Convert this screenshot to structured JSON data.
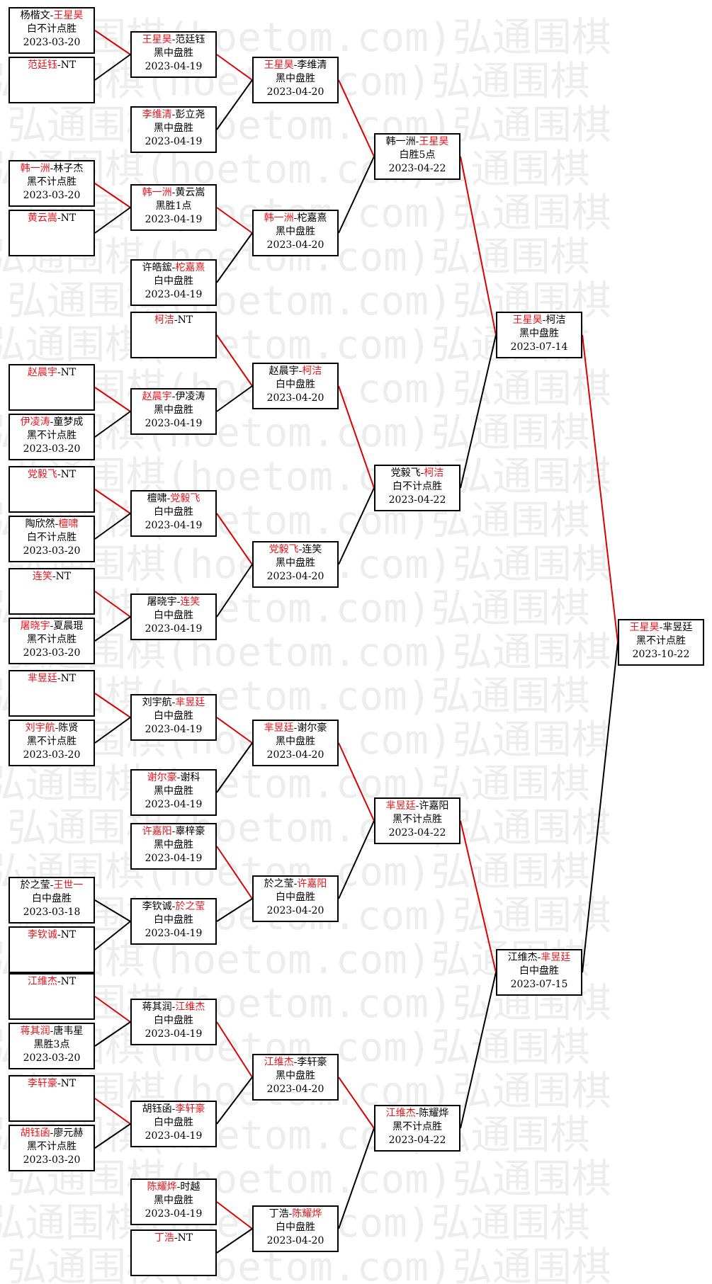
{
  "watermark": "弘通围棋(hoetom.com)",
  "colors": {
    "winner": "#e8141c",
    "loser": "#000000",
    "line_winner": "#dd0000",
    "line_loser": "#000000",
    "box_border": "#000000"
  },
  "rounds": [
    {
      "name": "round1",
      "matches": [
        {
          "p1": "杨楷文",
          "p2": "王星昊",
          "winner": 2,
          "result": "白不计点胜",
          "date": "2023-03-20"
        },
        {
          "p1": "范廷钰",
          "p2": "NT",
          "winner": 1,
          "result": "",
          "date": ""
        },
        {
          "p1": "韩一洲",
          "p2": "林子杰",
          "winner": 1,
          "result": "黑不计点胜",
          "date": "2023-03-20"
        },
        {
          "p1": "黄云嵩",
          "p2": "NT",
          "winner": 1,
          "result": "",
          "date": ""
        },
        {
          "p1": "赵晨宇",
          "p2": "NT",
          "winner": 1,
          "result": "",
          "date": ""
        },
        {
          "p1": "伊凌涛",
          "p2": "童梦成",
          "winner": 1,
          "result": "黑不计点胜",
          "date": "2023-03-20"
        },
        {
          "p1": "党毅飞",
          "p2": "NT",
          "winner": 1,
          "result": "",
          "date": ""
        },
        {
          "p1": "陶欣然",
          "p2": "檀啸",
          "winner": 2,
          "result": "白不计点胜",
          "date": "2023-03-20"
        },
        {
          "p1": "连笑",
          "p2": "NT",
          "winner": 1,
          "result": "",
          "date": ""
        },
        {
          "p1": "屠晓宇",
          "p2": "夏晨琨",
          "winner": 1,
          "result": "黑不计点胜",
          "date": "2023-03-20"
        },
        {
          "p1": "芈昱廷",
          "p2": "NT",
          "winner": 1,
          "result": "",
          "date": ""
        },
        {
          "p1": "刘宇航",
          "p2": "陈贤",
          "winner": 1,
          "result": "黑不计点胜",
          "date": "2023-03-20"
        },
        {
          "p1": "於之莹",
          "p2": "王世一",
          "winner": 2,
          "result": "白中盘胜",
          "date": "2023-03-18"
        },
        {
          "p1": "李钦诚",
          "p2": "NT",
          "winner": 1,
          "result": "",
          "date": ""
        },
        {
          "p1": "江维杰",
          "p2": "NT",
          "winner": 1,
          "result": "",
          "date": ""
        },
        {
          "p1": "蒋其润",
          "p2": "唐韦星",
          "winner": 1,
          "result": "黑胜3点",
          "date": "2023-03-20"
        },
        {
          "p1": "李轩豪",
          "p2": "NT",
          "winner": 1,
          "result": "",
          "date": ""
        },
        {
          "p1": "胡钰函",
          "p2": "廖元赫",
          "winner": 1,
          "result": "黑不计点胜",
          "date": "2023-03-20"
        }
      ]
    },
    {
      "name": "round2",
      "matches": [
        {
          "p1": "王星昊",
          "p2": "范廷钰",
          "winner": 1,
          "result": "黑中盘胜",
          "date": "2023-04-19"
        },
        {
          "p1": "李维清",
          "p2": "彭立尧",
          "winner": 1,
          "result": "黑中盘胜",
          "date": "2023-04-19"
        },
        {
          "p1": "韩一洲",
          "p2": "黄云嵩",
          "winner": 1,
          "result": "黑胜1点",
          "date": "2023-04-19"
        },
        {
          "p1": "许皓鋐",
          "p2": "柁嘉熹",
          "winner": 2,
          "result": "白中盘胜",
          "date": "2023-04-19"
        },
        {
          "p1": "柯洁",
          "p2": "NT",
          "winner": 1,
          "result": "",
          "date": ""
        },
        {
          "p1": "赵晨宇",
          "p2": "伊凌涛",
          "winner": 1,
          "result": "黑中盘胜",
          "date": "2023-04-19"
        },
        {
          "p1": "檀啸",
          "p2": "党毅飞",
          "winner": 2,
          "result": "白中盘胜",
          "date": "2023-04-19"
        },
        {
          "p1": "屠晓宇",
          "p2": "连笑",
          "winner": 2,
          "result": "白中盘胜",
          "date": "2023-04-19"
        },
        {
          "p1": "刘宇航",
          "p2": "芈昱廷",
          "winner": 2,
          "result": "白中盘胜",
          "date": "2023-04-19"
        },
        {
          "p1": "谢尔豪",
          "p2": "谢科",
          "winner": 1,
          "result": "黑中盘胜",
          "date": "2023-04-19"
        },
        {
          "p1": "许嘉阳",
          "p2": "辜梓豪",
          "winner": 1,
          "result": "黑中盘胜",
          "date": "2023-04-19"
        },
        {
          "p1": "李钦诚",
          "p2": "於之莹",
          "winner": 2,
          "result": "白中盘胜",
          "date": "2023-04-19"
        },
        {
          "p1": "蒋其润",
          "p2": "江维杰",
          "winner": 2,
          "result": "白中盘胜",
          "date": "2023-04-19"
        },
        {
          "p1": "胡钰函",
          "p2": "李轩豪",
          "winner": 2,
          "result": "白中盘胜",
          "date": "2023-04-19"
        },
        {
          "p1": "陈耀烨",
          "p2": "时越",
          "winner": 1,
          "result": "黑中盘胜",
          "date": "2023-04-19"
        },
        {
          "p1": "丁浩",
          "p2": "NT",
          "winner": 1,
          "result": "",
          "date": ""
        }
      ]
    },
    {
      "name": "round3",
      "matches": [
        {
          "p1": "王星昊",
          "p2": "李维清",
          "winner": 1,
          "result": "黑中盘胜",
          "date": "2023-04-20"
        },
        {
          "p1": "韩一洲",
          "p2": "柁嘉熹",
          "winner": 1,
          "result": "黑中盘胜",
          "date": "2023-04-20"
        },
        {
          "p1": "赵晨宇",
          "p2": "柯洁",
          "winner": 2,
          "result": "白中盘胜",
          "date": "2023-04-20"
        },
        {
          "p1": "党毅飞",
          "p2": "连笑",
          "winner": 1,
          "result": "黑中盘胜",
          "date": "2023-04-20"
        },
        {
          "p1": "芈昱廷",
          "p2": "谢尔豪",
          "winner": 1,
          "result": "黑中盘胜",
          "date": "2023-04-20"
        },
        {
          "p1": "於之莹",
          "p2": "许嘉阳",
          "winner": 2,
          "result": "白中盘胜",
          "date": "2023-04-20"
        },
        {
          "p1": "江维杰",
          "p2": "李轩豪",
          "winner": 1,
          "result": "黑中盘胜",
          "date": "2023-04-20"
        },
        {
          "p1": "丁浩",
          "p2": "陈耀烨",
          "winner": 2,
          "result": "白中盘胜",
          "date": "2023-04-20"
        }
      ]
    },
    {
      "name": "round4",
      "matches": [
        {
          "p1": "韩一洲",
          "p2": "王星昊",
          "winner": 2,
          "result": "白胜5点",
          "date": "2023-04-22"
        },
        {
          "p1": "党毅飞",
          "p2": "柯洁",
          "winner": 2,
          "result": "白不计点胜",
          "date": "2023-04-22"
        },
        {
          "p1": "芈昱廷",
          "p2": "许嘉阳",
          "winner": 1,
          "result": "黑不计点胜",
          "date": "2023-04-22"
        },
        {
          "p1": "江维杰",
          "p2": "陈耀烨",
          "winner": 1,
          "result": "黑不计点胜",
          "date": "2023-04-22"
        }
      ]
    },
    {
      "name": "round5",
      "matches": [
        {
          "p1": "王星昊",
          "p2": "柯洁",
          "winner": 1,
          "result": "黑中盘胜",
          "date": "2023-07-14"
        },
        {
          "p1": "江维杰",
          "p2": "芈昱廷",
          "winner": 2,
          "result": "白中盘胜",
          "date": "2023-07-15"
        }
      ]
    },
    {
      "name": "final",
      "matches": [
        {
          "p1": "王星昊",
          "p2": "芈昱廷",
          "winner": 1,
          "result": "黑不计点胜",
          "date": "2023-10-22"
        }
      ]
    }
  ]
}
